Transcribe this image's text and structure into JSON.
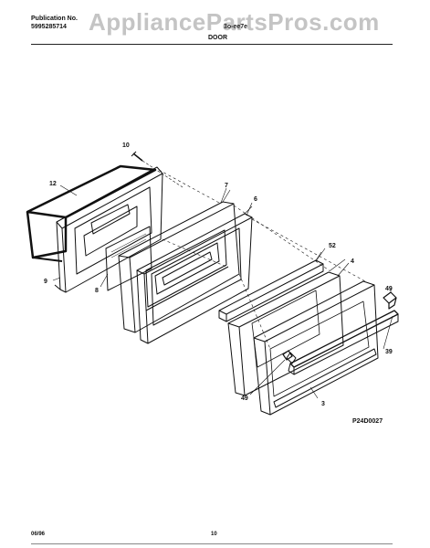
{
  "header": {
    "publication_label": "Publication No.",
    "publication_number": "5995285714",
    "watermark": "AppliancePartsPros.com",
    "model": "3o-ee7e",
    "section_title": "DOOR"
  },
  "callouts": {
    "c10": "10",
    "c12": "12",
    "c7": "7",
    "c6": "6",
    "c9": "9",
    "c8": "8",
    "c52": "52",
    "c4": "4",
    "c49_top": "49",
    "c39": "39",
    "c49_bottom": "49",
    "c3": "3"
  },
  "diagram_code": "P24D0027",
  "footer": {
    "date": "06/96",
    "page": "10"
  },
  "colors": {
    "line": "#111111",
    "watermark": "#c4c4c4"
  }
}
